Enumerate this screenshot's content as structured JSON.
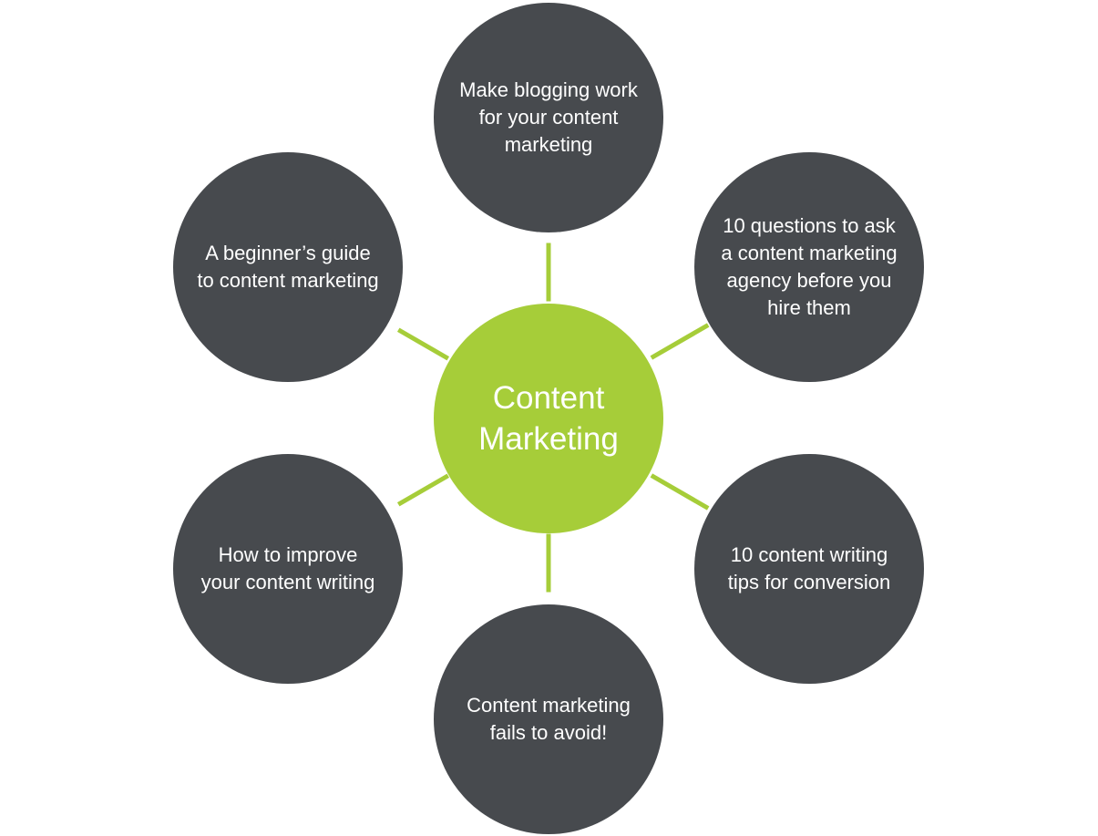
{
  "diagram": {
    "center": {
      "label": "Content Marketing"
    },
    "nodes": [
      {
        "id": "top",
        "label": "Make blogging work for your content marketing"
      },
      {
        "id": "upper-right",
        "label": "10 questions to ask a content marketing agency before you hire them"
      },
      {
        "id": "lower-right",
        "label": "10 content writing tips for conversion"
      },
      {
        "id": "bottom",
        "label": "Content marketing fails to avoid!"
      },
      {
        "id": "lower-left",
        "label": "How to improve your content writing"
      },
      {
        "id": "upper-left",
        "label": "A beginner’s guide to content marketing"
      }
    ],
    "colors": {
      "hub": "#a6cd39",
      "node": "#474a4e",
      "connector": "#a6cd39",
      "text": "#ffffff"
    }
  }
}
